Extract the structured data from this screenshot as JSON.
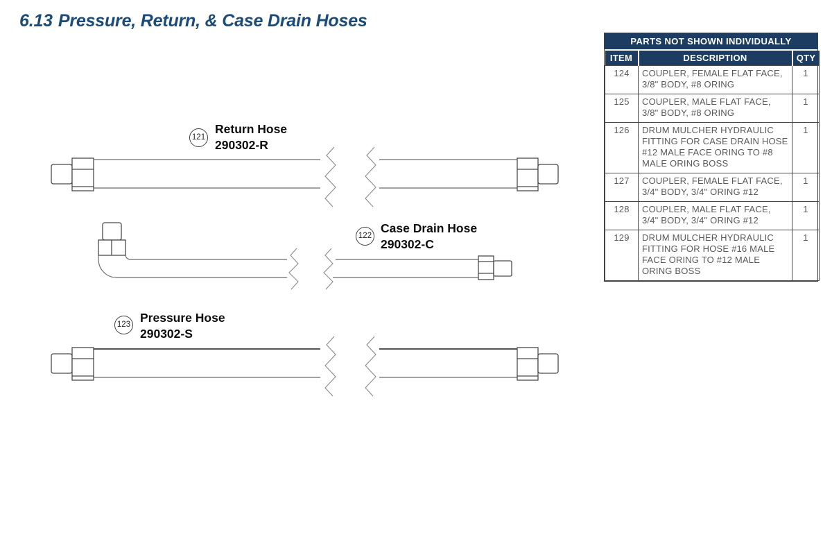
{
  "page": {
    "section_number": "6.13",
    "title": "Pressure, Return, & Case Drain Hoses"
  },
  "diagram": {
    "hoses": [
      {
        "callout": "121",
        "name": "Return Hose",
        "part_number": "290302-R"
      },
      {
        "callout": "122",
        "name": "Case Drain Hose",
        "part_number": "290302-C"
      },
      {
        "callout": "123",
        "name": "Pressure Hose",
        "part_number": "290302-S"
      }
    ]
  },
  "parts_table": {
    "title": "PARTS NOT SHOWN INDIVIDUALLY",
    "columns": {
      "item": "ITEM",
      "description": "DESCRIPTION",
      "qty": "QTY"
    },
    "rows": [
      {
        "item": "124",
        "description": "COUPLER, FEMALE FLAT FACE, 3/8\" BODY, #8 ORING",
        "qty": "1"
      },
      {
        "item": "125",
        "description": "COUPLER, MALE FLAT FACE, 3/8\" BODY, #8 ORING",
        "qty": "1"
      },
      {
        "item": "126",
        "description": "DRUM MULCHER HYDRAULIC FITTING FOR CASE DRAIN HOSE #12 MALE FACE ORING TO #8 MALE ORING BOSS",
        "qty": "1"
      },
      {
        "item": "127",
        "description": "COUPLER, FEMALE FLAT FACE, 3/4\" BODY, 3/4\" ORING #12",
        "qty": "1"
      },
      {
        "item": "128",
        "description": "COUPLER, MALE FLAT FACE, 3/4\" BODY, 3/4\" ORING #12",
        "qty": "1"
      },
      {
        "item": "129",
        "description": "DRUM MULCHER HYDRAULIC FITTING FOR HOSE #16 MALE FACE ORING TO #12 MALE ORING BOSS",
        "qty": "1"
      }
    ]
  },
  "colors": {
    "title_blue": "#1b4b79",
    "table_header_navy": "#1c3c61",
    "table_text_gray": "#58595b"
  }
}
